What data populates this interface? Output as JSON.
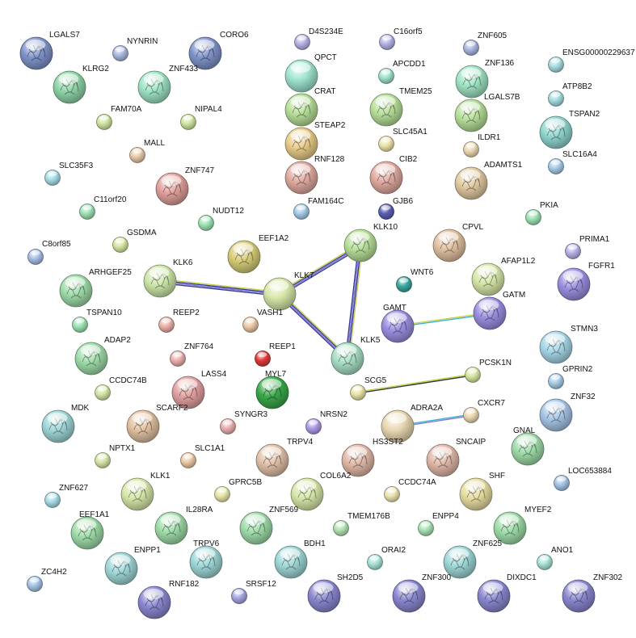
{
  "network": {
    "nodes": [
      {
        "id": "LGALS7",
        "color": "#7f93c9",
        "size": "large",
        "structure": true
      },
      {
        "id": "NYNRIN",
        "color": "#a9b8e0",
        "size": "small",
        "structure": false
      },
      {
        "id": "CORO6",
        "color": "#7f93c9",
        "size": "large",
        "structure": true
      },
      {
        "id": "D4S234E",
        "color": "#b5b3e6",
        "size": "small",
        "structure": false
      },
      {
        "id": "C16orf5",
        "color": "#b5b3e6",
        "size": "small",
        "structure": false
      },
      {
        "id": "ZNF605",
        "color": "#a9b8e0",
        "size": "small",
        "structure": false
      },
      {
        "id": "ENSG00000229637",
        "color": "#a6dde0",
        "size": "small",
        "structure": false
      },
      {
        "id": "KLRG2",
        "color": "#8fd4a8",
        "size": "large",
        "structure": true
      },
      {
        "id": "ZNF433",
        "color": "#9ee3c4",
        "size": "large",
        "structure": true
      },
      {
        "id": "QPCT",
        "color": "#9ee3cf",
        "size": "large",
        "structure": false
      },
      {
        "id": "APCDD1",
        "color": "#9ee3cf",
        "size": "small",
        "structure": false
      },
      {
        "id": "ZNF136",
        "color": "#9ee3c4",
        "size": "large",
        "structure": true
      },
      {
        "id": "ATP8B2",
        "color": "#a6dde0",
        "size": "small",
        "structure": false
      },
      {
        "id": "FAM70A",
        "color": "#cfe6a0",
        "size": "small",
        "structure": false
      },
      {
        "id": "NIPAL4",
        "color": "#cfe6a0",
        "size": "small",
        "structure": false
      },
      {
        "id": "CRAT",
        "color": "#b7df99",
        "size": "large",
        "structure": true
      },
      {
        "id": "TMEM25",
        "color": "#b7df99",
        "size": "large",
        "structure": true
      },
      {
        "id": "LGALS7B",
        "color": "#b7df99",
        "size": "large",
        "structure": true
      },
      {
        "id": "TSPAN2",
        "color": "#8fd4cf",
        "size": "large",
        "structure": true
      },
      {
        "id": "MALL",
        "color": "#e8c9a8",
        "size": "small",
        "structure": false
      },
      {
        "id": "STEAP2",
        "color": "#e8cc88",
        "size": "large",
        "structure": true
      },
      {
        "id": "SLC45A1",
        "color": "#ece4a8",
        "size": "small",
        "structure": false
      },
      {
        "id": "ILDR1",
        "color": "#ecd8b0",
        "size": "small",
        "structure": false
      },
      {
        "id": "SLC16A4",
        "color": "#a6cce6",
        "size": "small",
        "structure": false
      },
      {
        "id": "SLC35F3",
        "color": "#a6dde6",
        "size": "small",
        "structure": false
      },
      {
        "id": "ZNF747",
        "color": "#e0a09a",
        "size": "large",
        "structure": true
      },
      {
        "id": "RNF128",
        "color": "#e0aaa0",
        "size": "large",
        "structure": true
      },
      {
        "id": "CIB2",
        "color": "#e0aaa0",
        "size": "large",
        "structure": true
      },
      {
        "id": "ADAMTS1",
        "color": "#e0c9a0",
        "size": "large",
        "structure": true
      },
      {
        "id": "C11orf20",
        "color": "#9ee3b4",
        "size": "small",
        "structure": false
      },
      {
        "id": "NUDT12",
        "color": "#9ee3b4",
        "size": "small",
        "structure": false
      },
      {
        "id": "FAM164C",
        "color": "#a6cce6",
        "size": "small",
        "structure": false
      },
      {
        "id": "GJB6",
        "color": "#5a5fb0",
        "size": "small",
        "structure": false
      },
      {
        "id": "PKIA",
        "color": "#9ee3b4",
        "size": "small",
        "structure": false
      },
      {
        "id": "GSDMA",
        "color": "#d6e6a0",
        "size": "small",
        "structure": false
      },
      {
        "id": "C8orf85",
        "color": "#a6bfe6",
        "size": "small",
        "structure": false
      },
      {
        "id": "EEF1A2",
        "color": "#d6cc77",
        "size": "large",
        "structure": true
      },
      {
        "id": "KLK10",
        "color": "#b7df99",
        "size": "large",
        "structure": true
      },
      {
        "id": "CPVL",
        "color": "#e0c0a0",
        "size": "large",
        "structure": true
      },
      {
        "id": "PRIMA1",
        "color": "#b5b3e6",
        "size": "small",
        "structure": false
      },
      {
        "id": "ARHGEF25",
        "color": "#9edba8",
        "size": "large",
        "structure": true
      },
      {
        "id": "KLK6",
        "color": "#cce6a8",
        "size": "large",
        "structure": true
      },
      {
        "id": "KLK7",
        "color": "#d6e6a8",
        "size": "large",
        "structure": false
      },
      {
        "id": "WNT6",
        "color": "#3aa8a0",
        "size": "small",
        "structure": false
      },
      {
        "id": "AFAP1L2",
        "color": "#d6e6a8",
        "size": "large",
        "structure": true
      },
      {
        "id": "FGFR1",
        "color": "#9a8fe0",
        "size": "large",
        "structure": true
      },
      {
        "id": "TSPAN10",
        "color": "#9ee3b4",
        "size": "small",
        "structure": false
      },
      {
        "id": "REEP2",
        "color": "#ecb0a8",
        "size": "small",
        "structure": false
      },
      {
        "id": "VASH1",
        "color": "#ecc8a8",
        "size": "small",
        "structure": false
      },
      {
        "id": "GAMT",
        "color": "#9a8fe0",
        "size": "large",
        "structure": true
      },
      {
        "id": "GATM",
        "color": "#9a8fe0",
        "size": "large",
        "structure": true
      },
      {
        "id": "ADAP2",
        "color": "#9edba8",
        "size": "large",
        "structure": true
      },
      {
        "id": "ZNF764",
        "color": "#ecb0b0",
        "size": "small",
        "structure": false
      },
      {
        "id": "REEP1",
        "color": "#e03a3a",
        "size": "small",
        "structure": false
      },
      {
        "id": "KLK5",
        "color": "#a8dfc4",
        "size": "large",
        "structure": true
      },
      {
        "id": "STMN3",
        "color": "#a6d6e6",
        "size": "large",
        "structure": true
      },
      {
        "id": "CCDC74B",
        "color": "#d6e6a8",
        "size": "small",
        "structure": false
      },
      {
        "id": "LASS4",
        "color": "#e0a0a0",
        "size": "large",
        "structure": true
      },
      {
        "id": "MYL7",
        "color": "#3aa84a",
        "size": "large",
        "structure": true
      },
      {
        "id": "SCG5",
        "color": "#e8e4a8",
        "size": "small",
        "structure": false
      },
      {
        "id": "PCSK1N",
        "color": "#d6e6a0",
        "size": "small",
        "structure": false
      },
      {
        "id": "GPRIN2",
        "color": "#a6cce6",
        "size": "small",
        "structure": false
      },
      {
        "id": "MDK",
        "color": "#9ed6d6",
        "size": "large",
        "structure": true
      },
      {
        "id": "SCARF2",
        "color": "#e0c0a0",
        "size": "large",
        "structure": true
      },
      {
        "id": "SYNGR3",
        "color": "#ecb0b0",
        "size": "small",
        "structure": false
      },
      {
        "id": "NRSN2",
        "color": "#b09ae6",
        "size": "small",
        "structure": false
      },
      {
        "id": "ADRA2A",
        "color": "#e6d6b0",
        "size": "large",
        "structure": false
      },
      {
        "id": "CXCR7",
        "color": "#ecd8b0",
        "size": "small",
        "structure": false
      },
      {
        "id": "ZNF32",
        "color": "#a6c4e6",
        "size": "large",
        "structure": true
      },
      {
        "id": "GNAL",
        "color": "#9edba8",
        "size": "large",
        "structure": true
      },
      {
        "id": "NPTX1",
        "color": "#d6e6a8",
        "size": "small",
        "structure": false
      },
      {
        "id": "SLC1A1",
        "color": "#ecc8a8",
        "size": "small",
        "structure": false
      },
      {
        "id": "TRPV4",
        "color": "#e0c0a8",
        "size": "large",
        "structure": true
      },
      {
        "id": "HS3ST2",
        "color": "#e0b8a8",
        "size": "large",
        "structure": true
      },
      {
        "id": "SNCAIP",
        "color": "#e0b8a8",
        "size": "large",
        "structure": true
      },
      {
        "id": "LOC653884",
        "color": "#a6c4e6",
        "size": "small",
        "structure": false
      },
      {
        "id": "KLK1",
        "color": "#d6e6a8",
        "size": "large",
        "structure": true
      },
      {
        "id": "GPRC5B",
        "color": "#e6e6a8",
        "size": "small",
        "structure": false
      },
      {
        "id": "COL6A2",
        "color": "#d6e6a8",
        "size": "large",
        "structure": true
      },
      {
        "id": "CCDC74A",
        "color": "#ece4b0",
        "size": "small",
        "structure": false
      },
      {
        "id": "SHF",
        "color": "#e6dca0",
        "size": "large",
        "structure": true
      },
      {
        "id": "ZNF627",
        "color": "#a6dde6",
        "size": "small",
        "structure": false
      },
      {
        "id": "EEF1A1",
        "color": "#9edba8",
        "size": "large",
        "structure": true
      },
      {
        "id": "IL28RA",
        "color": "#9edba8",
        "size": "large",
        "structure": true
      },
      {
        "id": "ZNF569",
        "color": "#9edba8",
        "size": "large",
        "structure": true
      },
      {
        "id": "TMEM176B",
        "color": "#b4e3b4",
        "size": "small",
        "structure": false
      },
      {
        "id": "ENPP4",
        "color": "#a8e3b4",
        "size": "small",
        "structure": false
      },
      {
        "id": "MYEF2",
        "color": "#9edba8",
        "size": "large",
        "structure": true
      },
      {
        "id": "ENPP1",
        "color": "#9ed6d6",
        "size": "large",
        "structure": true
      },
      {
        "id": "TRPV6",
        "color": "#9ed6d6",
        "size": "large",
        "structure": true
      },
      {
        "id": "BDH1",
        "color": "#9ed6d6",
        "size": "large",
        "structure": true
      },
      {
        "id": "ORAI2",
        "color": "#a8e3d6",
        "size": "small",
        "structure": false
      },
      {
        "id": "ZNF625",
        "color": "#9ed6d6",
        "size": "large",
        "structure": true
      },
      {
        "id": "ANO1",
        "color": "#a8e3d6",
        "size": "small",
        "structure": false
      },
      {
        "id": "ZC4H2",
        "color": "#a6c4e6",
        "size": "small",
        "structure": false
      },
      {
        "id": "RNF182",
        "color": "#8a87cf",
        "size": "large",
        "structure": true
      },
      {
        "id": "SRSF12",
        "color": "#a8a6e0",
        "size": "small",
        "structure": false
      },
      {
        "id": "SH2D5",
        "color": "#8a87cf",
        "size": "large",
        "structure": true
      },
      {
        "id": "ZNF300",
        "color": "#8a87cf",
        "size": "large",
        "structure": true
      },
      {
        "id": "DIXDC1",
        "color": "#8a87cf",
        "size": "large",
        "structure": true
      },
      {
        "id": "ZNF302",
        "color": "#8a87cf",
        "size": "large",
        "structure": true
      }
    ],
    "edges": [
      {
        "from": "KLK6",
        "to": "KLK7",
        "colors": [
          "#c8d24a",
          "#3a3a9a",
          "#7d7dd0",
          "#3a3a9a"
        ]
      },
      {
        "from": "KLK7",
        "to": "KLK10",
        "colors": [
          "#c8d24a",
          "#3a3a9a",
          "#7d7dd0",
          "#3a3a9a"
        ]
      },
      {
        "from": "KLK7",
        "to": "KLK5",
        "colors": [
          "#c8d24a",
          "#3a3a9a",
          "#7d7dd0",
          "#3a3a9a"
        ]
      },
      {
        "from": "KLK10",
        "to": "KLK5",
        "colors": [
          "#c8d24a",
          "#3a3a9a",
          "#7d7dd0",
          "#3a3a9a"
        ]
      },
      {
        "from": "GAMT",
        "to": "GATM",
        "colors": [
          "#c8d24a",
          "#3ab0d0"
        ]
      },
      {
        "from": "SCG5",
        "to": "PCSK1N",
        "colors": [
          "#c8d24a",
          "#333333"
        ]
      },
      {
        "from": "ADRA2A",
        "to": "CXCR7",
        "colors": [
          "#3ab0d0",
          "#7d7dd0"
        ]
      }
    ]
  }
}
